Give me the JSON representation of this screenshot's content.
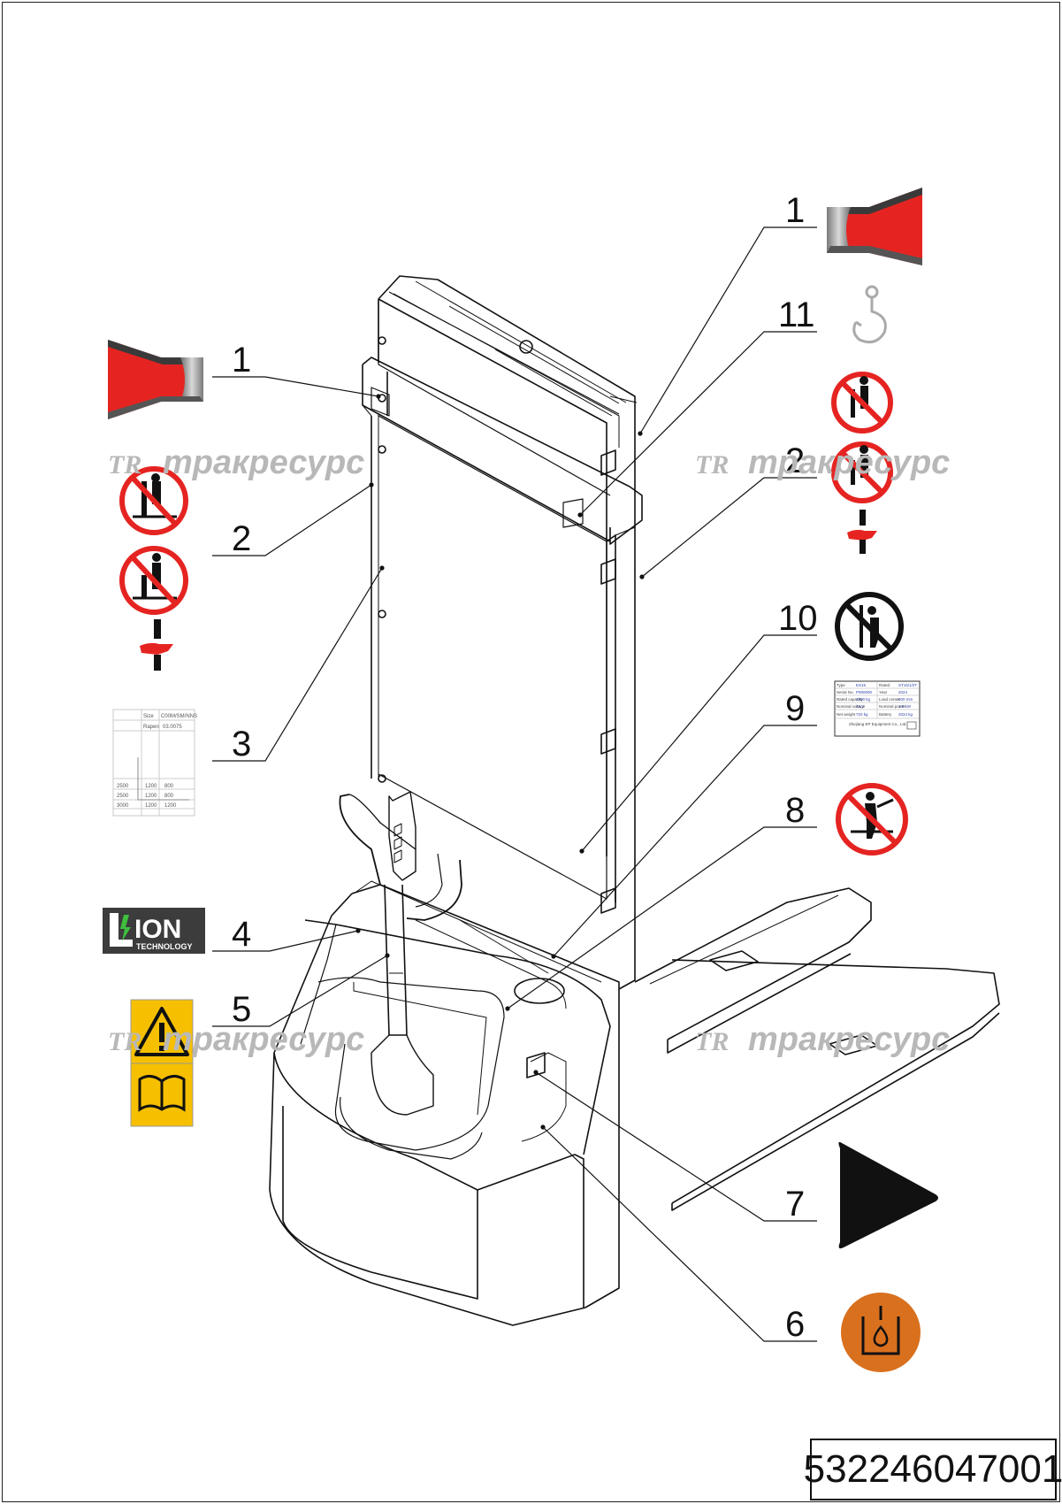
{
  "document_number": "532246047001",
  "watermark": {
    "logo": "TR",
    "text": "тракресурс"
  },
  "callouts": [
    {
      "id": "callout-1-left",
      "label": "1",
      "icon": "reflector-left-icon"
    },
    {
      "id": "callout-2-left",
      "label": "2",
      "icon": "prohibition-standing-icons"
    },
    {
      "id": "callout-3",
      "label": "3",
      "icon": "load-capacity-table-icon"
    },
    {
      "id": "callout-4",
      "label": "4",
      "icon": "lion-technology-logo"
    },
    {
      "id": "callout-5",
      "label": "5",
      "icon": "warning-read-manual-icon"
    },
    {
      "id": "callout-1-right",
      "label": "1",
      "icon": "reflector-right-icon"
    },
    {
      "id": "callout-11",
      "label": "11",
      "icon": "lifting-hook-icon"
    },
    {
      "id": "callout-2-right",
      "label": "2",
      "icon": "prohibition-standing-icons"
    },
    {
      "id": "callout-10",
      "label": "10",
      "icon": "no-passing-under-icon"
    },
    {
      "id": "callout-9",
      "label": "9",
      "icon": "nameplate-icon"
    },
    {
      "id": "callout-8",
      "label": "8",
      "icon": "no-riding-icon"
    },
    {
      "id": "callout-7",
      "label": "7",
      "icon": "direction-arrow-icon"
    },
    {
      "id": "callout-6",
      "label": "6",
      "icon": "hydraulic-oil-icon"
    }
  ],
  "logo_lion": {
    "line1": "ION",
    "line2": "TECHNOLOGY"
  },
  "load_table": {
    "header": [
      "Size",
      "C00M/SM/NNS"
    ],
    "sub": [
      "Rapen",
      "03.0075"
    ],
    "rows": [
      [
        "2500",
        "1200",
        "800"
      ],
      [
        "2500",
        "1200",
        "800"
      ],
      [
        "3000",
        "1200",
        "1200"
      ]
    ]
  },
  "nameplate": {
    "rows": [
      [
        "Type",
        "ES15",
        "Rated",
        "ST15/1/2T"
      ],
      [
        "Serial No.",
        "P000000",
        "Year",
        "2024"
      ],
      [
        "Rated capacity",
        "1500 kg",
        "Load center",
        "600 mm"
      ],
      [
        "Nominal voltage",
        "24 V",
        "Nominal power",
        "1.5 kW"
      ],
      [
        "Net weight",
        "720 kg",
        "Battery",
        "2024 kg"
      ]
    ],
    "footer": "Zhejiang EP Equipment Co., Ltd."
  },
  "colors": {
    "red": "#e52421",
    "orange": "#d9701e",
    "yellow": "#f6c000",
    "line": "#111111"
  }
}
